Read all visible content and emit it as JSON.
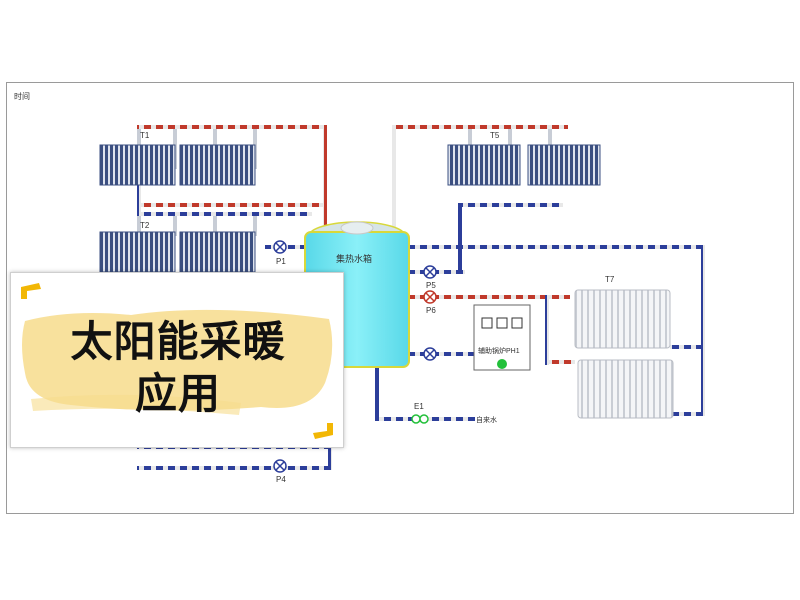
{
  "frame": {
    "corner_label": "时间"
  },
  "components": {
    "tank_label": "集热水箱",
    "heater_label": "辅助锅炉PH1",
    "collector_labels": [
      "T1",
      "T2",
      "T5"
    ],
    "radiator_label": "T7",
    "pump_labels": [
      "P1",
      "P4",
      "P5",
      "P6"
    ],
    "meter_label": "E1",
    "inlet_label": "自来水"
  },
  "title_card": {
    "line1": "太阳能采暖",
    "line2": "应用"
  },
  "colors": {
    "hot_pipe": "#c0392b",
    "cold_pipe": "#2c3e9a",
    "tank_fill": "#6fe3f0",
    "tank_border": "#d8d83a",
    "collector": "#3b4f80",
    "brush_highlight": "#f7dc8c",
    "corner_accent": "#f2b705",
    "heater_indicator": "#22c03a"
  }
}
